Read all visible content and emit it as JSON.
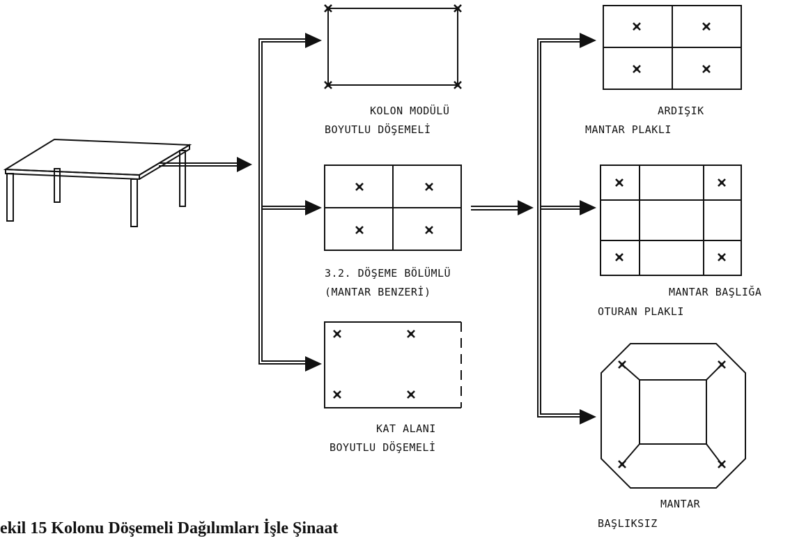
{
  "labels": {
    "kolon_line1": "KOLON MODÜLÜ",
    "kolon_line2": "BOYUTLU DÖŞEMELİ",
    "bolumlu_line1": "3.2. DÖŞEME BÖLÜMLÜ",
    "bolumlu_line2": "(MANTAR BENZERİ)",
    "kat_line1": "KAT ALANI",
    "kat_line2": "BOYUTLU DÖŞEMELİ",
    "ardisik_line1": "ARDIŞIK",
    "ardisik_line2": "MANTAR PLAKLI",
    "basliga_line1": "MANTAR BAŞLIĞA",
    "basliga_line2": "OTURAN PLAKLI",
    "basliksiz_line1": "MANTAR",
    "basliksiz_line2": "BAŞLIKSIZ"
  },
  "caption": "ekil 15     Kolonu Döşemeli Dağılımları İşle           Şinaat"
}
